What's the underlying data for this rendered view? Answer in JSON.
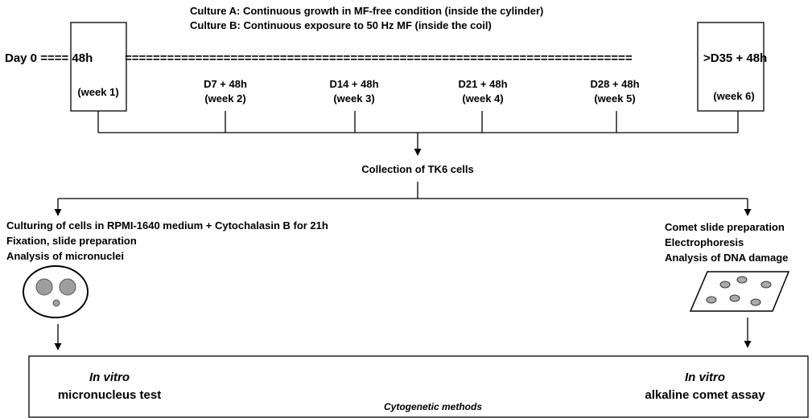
{
  "header": {
    "culture_a": "Culture A: Continuous growth in MF-free condition (inside the cylinder)",
    "culture_b": "Culture B: Continuous exposure to 50 Hz MF (inside the coil)"
  },
  "timeline": {
    "start_label": "Day 0 ==== 48h",
    "end_label": ">D35 + 48h",
    "points": [
      {
        "day": "",
        "week": "(week 1)"
      },
      {
        "day": "D7 + 48h",
        "week": "(week 2)"
      },
      {
        "day": "D14 + 48h",
        "week": "(week 3)"
      },
      {
        "day": "D21 + 48h",
        "week": "(week 4)"
      },
      {
        "day": "D28 + 48h",
        "week": "(week 5)"
      },
      {
        "day": "",
        "week": "(week 6)"
      }
    ]
  },
  "collection": "Collection of TK6 cells",
  "left_branch": {
    "lines": [
      "Culturing of cells in RPMI-1640 medium + Cytochalasin B for 21h",
      "Fixation, slide preparation",
      "Analysis of micronuclei"
    ]
  },
  "right_branch": {
    "lines": [
      "Comet slide preparation",
      "Electrophoresis",
      "Analysis of DNA damage"
    ]
  },
  "bottom_box": {
    "left_italic": "In vitro",
    "left_label": "micronucleus test",
    "right_italic": "In vitro",
    "right_label": "alkaline comet assay",
    "center_label": "Cytogenetic methods"
  }
}
